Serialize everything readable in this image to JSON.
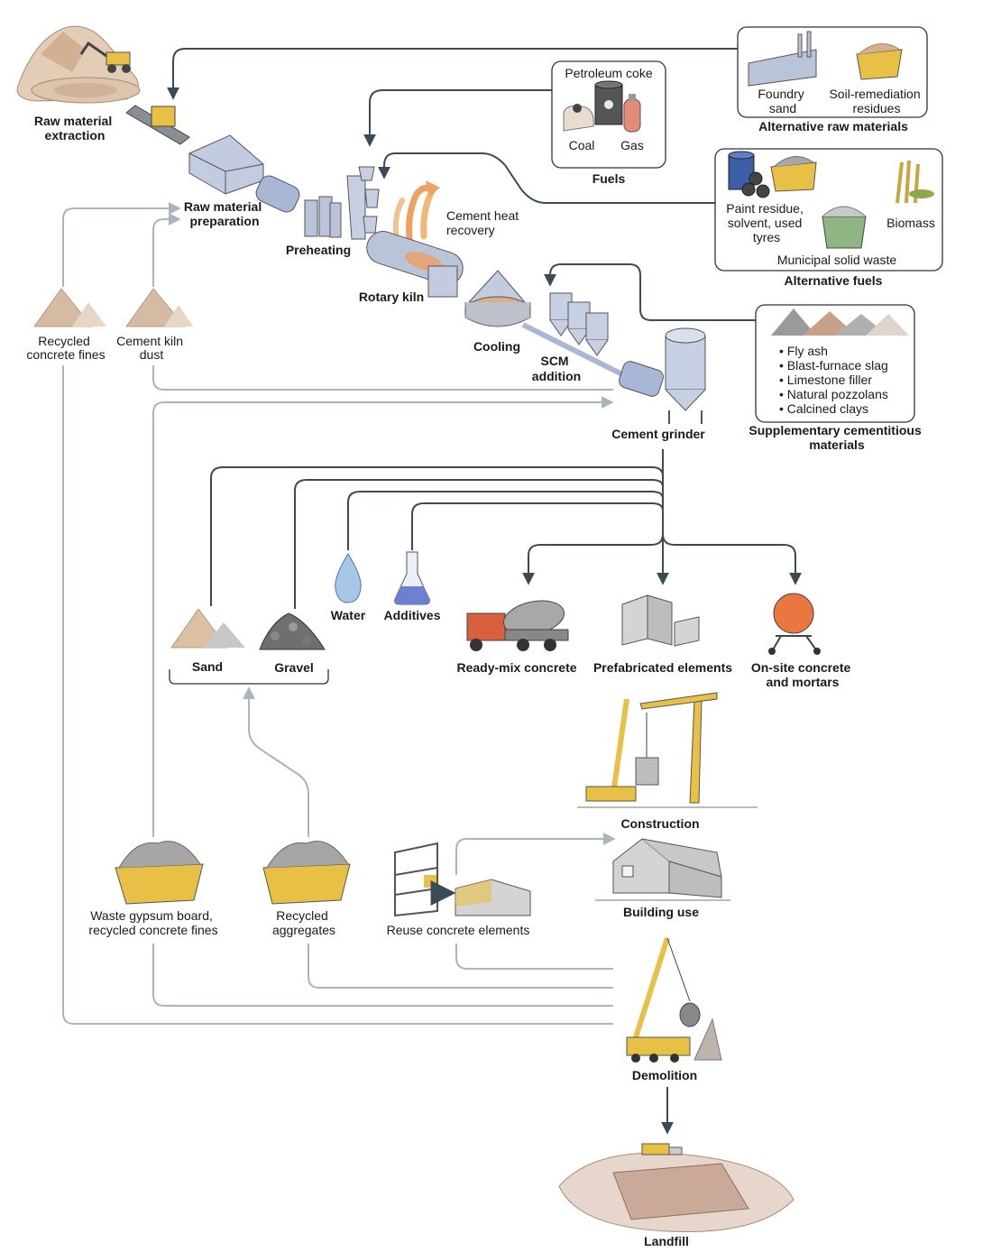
{
  "process": {
    "raw_extraction": [
      "Raw material",
      "extraction"
    ],
    "raw_preparation": [
      "Raw material",
      "preparation"
    ],
    "preheating": "Preheating",
    "rotary_kiln": "Rotary kiln",
    "heat_recovery": [
      "Cement heat",
      "recovery"
    ],
    "cooling": "Cooling",
    "scm_addition": [
      "SCM",
      "addition"
    ],
    "cement_grinder": "Cement grinder"
  },
  "inputs": {
    "alt_raw": {
      "title": "Alternative raw materials",
      "item1": [
        "Foundry",
        "sand"
      ],
      "item2": [
        "Soil-remediation",
        "residues"
      ]
    },
    "fuels": {
      "title": "Fuels",
      "petcoke": "Petroleum coke",
      "coal": "Coal",
      "gas": "Gas"
    },
    "alt_fuels": {
      "title": "Alternative fuels",
      "paint": [
        "Paint residue,",
        "solvent, used",
        "tyres"
      ],
      "biomass": "Biomass",
      "msw": "Municipal solid waste"
    },
    "scm": {
      "title": [
        "Supplementary cementitious",
        "materials"
      ],
      "items": [
        "• Fly ash",
        "• Blast-furnace slag",
        "• Limestone filler",
        "• Natural pozzolans",
        "• Calcined clays"
      ]
    }
  },
  "recycled_left": {
    "concrete_fines": [
      "Recycled",
      "concrete fines"
    ],
    "kiln_dust": [
      "Cement kiln",
      "dust"
    ]
  },
  "mix": {
    "sand": "Sand",
    "gravel": "Gravel",
    "water": "Water",
    "additives": "Additives",
    "ready_mix": "Ready-mix concrete",
    "prefab": "Prefabricated elements",
    "onsite": [
      "On-site concrete",
      "and mortars"
    ]
  },
  "lifecycle": {
    "construction": "Construction",
    "building_use": "Building use",
    "demolition": "Demolition",
    "landfill": "Landfill"
  },
  "end_of_life": {
    "gypsum": [
      "Waste gypsum board,",
      "recycled concrete fines"
    ],
    "aggregates": [
      "Recycled",
      "aggregates"
    ],
    "reuse": "Reuse concrete elements"
  },
  "colors": {
    "flow_dark": "#3b4a55",
    "flow_light": "#a9b5bd",
    "steel": "#b9c4d8",
    "sand": "#d8b79a",
    "yellow": "#e8c045",
    "rock": "#8e8e8e"
  }
}
